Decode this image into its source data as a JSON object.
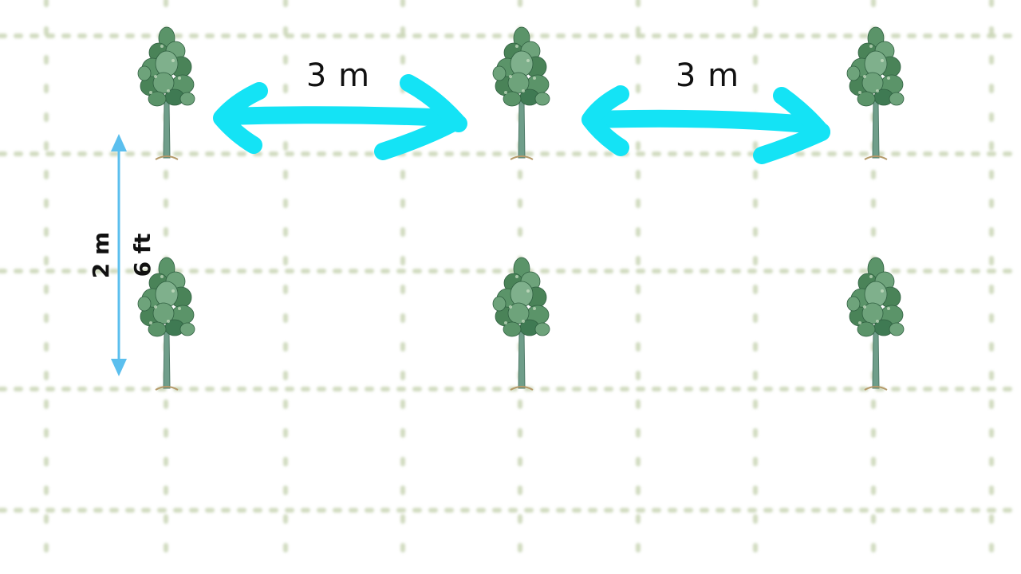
{
  "diagram": {
    "horizontal_spacing": {
      "label": "3 m",
      "count": 2
    },
    "vertical_spacing": {
      "label_metric": "2 m",
      "label_imperial": "6 ft"
    },
    "trees": {
      "rows": 2,
      "columns": 3
    },
    "colors": {
      "background": "#ffffff",
      "grid": "#c9d5b5",
      "horizontal_arrow": "#14e3f5",
      "vertical_arrow": "#5bbfee",
      "foliage_dark": "#3f7a53",
      "foliage_light": "#7fb08c",
      "trunk": "#6f9e8a"
    },
    "icons": {
      "tree": "tree-icon",
      "horizontal_arrow": "double-arrow-horizontal-icon",
      "vertical_arrow": "double-arrow-vertical-icon"
    }
  }
}
